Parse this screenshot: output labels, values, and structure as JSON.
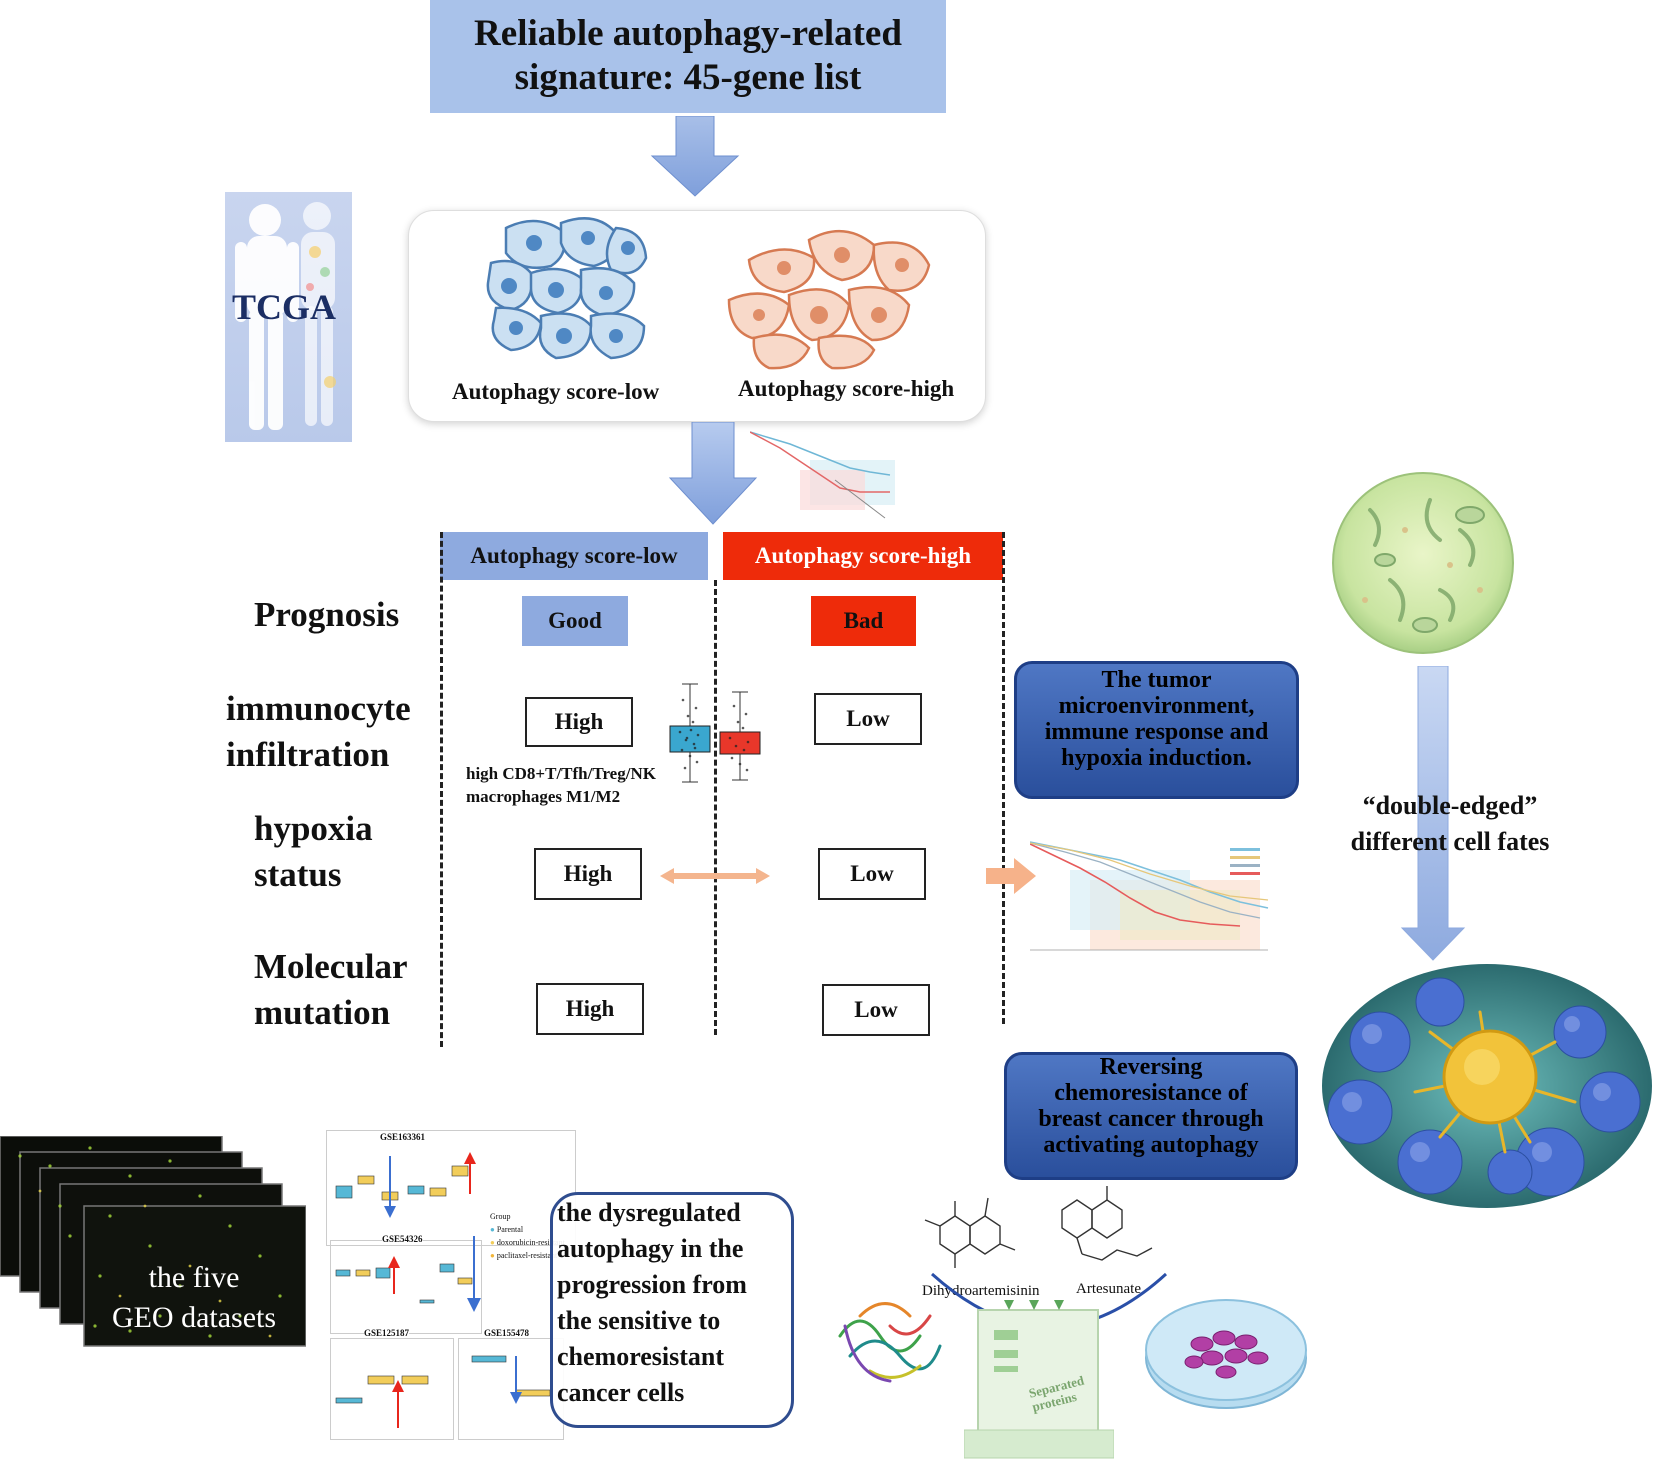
{
  "signature": {
    "line1": "Reliable autophagy-related",
    "line2": "signature: 45-gene list"
  },
  "tcga": {
    "label": "TCGA"
  },
  "cells": {
    "low_label": "Autophagy score-low",
    "high_label": "Autophagy score-high"
  },
  "table": {
    "col_low": "Autophagy score-low",
    "col_high": "Autophagy score-high",
    "rows": [
      {
        "label1": "Prognosis",
        "label2": "",
        "low": "Good",
        "high": "Bad"
      },
      {
        "label1": "immunocyte",
        "label2": "infiltration",
        "low": "High",
        "high": "Low"
      },
      {
        "label1": "hypoxia",
        "label2": "status",
        "low": "High",
        "high": "Low"
      },
      {
        "label1": "Molecular",
        "label2": "mutation",
        "low": "High",
        "high": "Low"
      }
    ],
    "immune_note1": "high CD8+T/Tfh/Treg/NK",
    "immune_note2": "macrophages M1/M2"
  },
  "tme": {
    "line1": "The tumor",
    "line2": "microenvironment,",
    "line3": "immune response and",
    "line4": "hypoxia induction."
  },
  "fates": {
    "line1": "“double-edged”",
    "line2": "different cell fates"
  },
  "reversing": {
    "line1": "Reversing",
    "line2": "chemoresistance of",
    "line3": "breast cancer through",
    "line4": "activating autophagy"
  },
  "geo": {
    "line1": "the five",
    "line2": "GEO datasets"
  },
  "dysreg": {
    "line1": "the dysregulated",
    "line2": "autophagy in  the",
    "line3": "progression from",
    "line4": "the sensitive to",
    "line5": "chemoresistant",
    "line6": "cancer cells"
  },
  "mini_plots": {
    "t1": "GSE163361",
    "t2": "GSE54326",
    "t3": "GSE125187",
    "t4": "GSE155478",
    "group": "Group",
    "g1": "Parental",
    "g2": "doxorubicin-resistant",
    "g3": "paclitaxel-resistant"
  },
  "drugs": {
    "d1": "Dihydroartemisinin",
    "d2": "Artesunate",
    "membrane1": "Separated",
    "membrane2": "proteins"
  },
  "colors": {
    "light_blue": "#8eaadf",
    "red": "#ee2b0a",
    "dark_blue_box": "#2f56a8",
    "orange_arrow": "#f6b28a"
  }
}
